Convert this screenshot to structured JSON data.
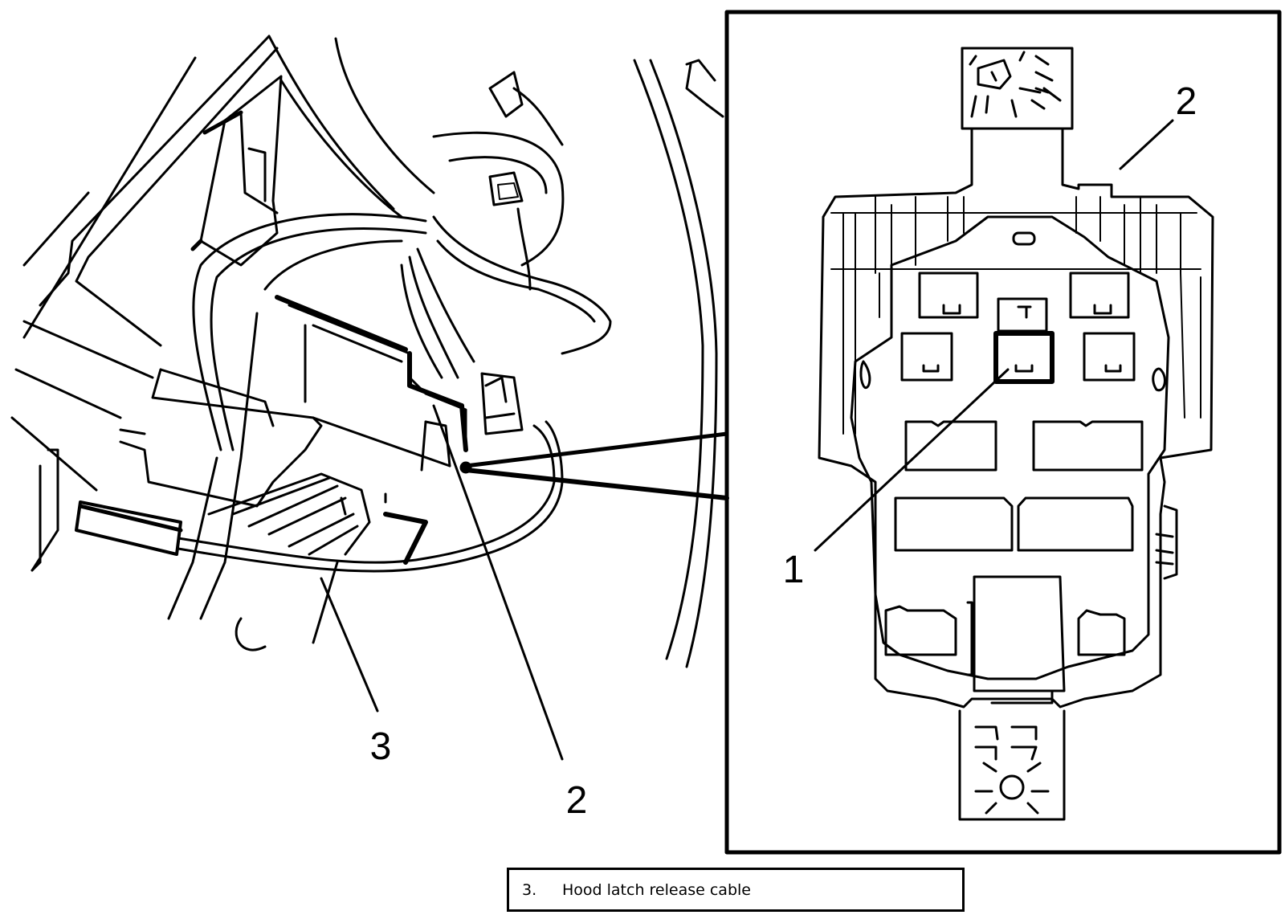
{
  "callouts": {
    "left_3": "3",
    "left_2": "2",
    "inset_1": "1",
    "inset_2": "2"
  },
  "legend": {
    "number": "3.",
    "text": "Hood latch release cable"
  },
  "colors": {
    "ink": "#000000",
    "paper": "#ffffff"
  }
}
